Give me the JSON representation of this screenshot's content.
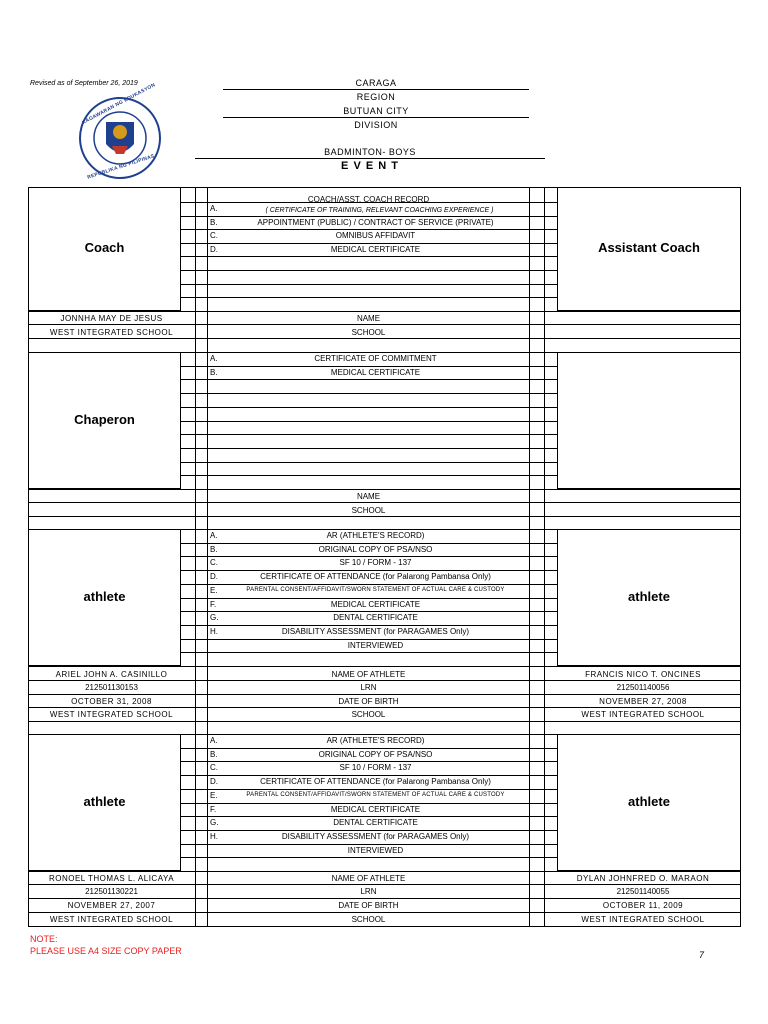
{
  "header": {
    "revised": "Revised as of September 26, 2019",
    "region_value": "CARAGA",
    "region_label": "REGION",
    "division_value": "BUTUAN CITY",
    "division_label": "DIVISION",
    "event_value": "BADMINTON- BOYS",
    "event_label": "E V E N T",
    "seal_top": "KAGAWARAN NG EDUKASYON",
    "seal_bottom": "REPUBLIKA NG PILIPINAS"
  },
  "coach": {
    "left_label": "Coach",
    "right_label": "Assistant Coach",
    "requirements_title": "COACH/ASST. COACH RECORD",
    "requirements_subtitle": "( CERTIFICATE OF TRAINING, RELEVANT COACHING EXPERIENCE )",
    "items": [
      {
        "letter": "A.",
        "text": ""
      },
      {
        "letter": "B.",
        "text": "APPOINTMENT (PUBLIC) / CONTRACT OF SERVICE (PRIVATE)"
      },
      {
        "letter": "C.",
        "text": "OMNIBUS AFFIDAVIT"
      },
      {
        "letter": "D.",
        "text": "MEDICAL CERTIFICATE"
      }
    ],
    "name": "JONNHA MAY DE JESUS",
    "school": "WEST INTEGRATED SCHOOL",
    "name_label": "NAME",
    "school_label": "SCHOOL"
  },
  "chaperon": {
    "label": "Chaperon",
    "items": [
      {
        "letter": "A.",
        "text": "CERTIFICATE OF COMMITMENT"
      },
      {
        "letter": "B.",
        "text": "MEDICAL CERTIFICATE"
      }
    ],
    "name_label": "NAME",
    "school_label": "SCHOOL"
  },
  "athlete_items": [
    {
      "letter": "A.",
      "text": "AR (ATHLETE'S RECORD)"
    },
    {
      "letter": "B.",
      "text": "ORIGINAL COPY OF PSA/NSO"
    },
    {
      "letter": "C.",
      "text": "SF 10 / FORM - 137"
    },
    {
      "letter": "D.",
      "text": "CERTIFICATE OF ATTENDANCE (for Palarong Pambansa Only)"
    },
    {
      "letter": "E.",
      "text": "PARENTAL CONSENT/AFFIDAVIT/SWORN STATEMENT OF ACTUAL CARE & CUSTODY"
    },
    {
      "letter": "F.",
      "text": "MEDICAL CERTIFICATE"
    },
    {
      "letter": "G.",
      "text": "DENTAL CERTIFICATE"
    },
    {
      "letter": "H.",
      "text": "DISABILITY ASSESSMENT (for PARAGAMES Only)"
    },
    {
      "letter": "",
      "text": "INTERVIEWED"
    }
  ],
  "athlete_block1": {
    "left_label": "athlete",
    "right_label": "athlete",
    "left": {
      "name": "ARIEL JOHN A. CASINILLO",
      "lrn": "212501130153",
      "dob": "OCTOBER 31, 2008",
      "school": "WEST INTEGRATED SCHOOL"
    },
    "right": {
      "name": "FRANCIS NICO T. ONCINES",
      "lrn": "212501140056",
      "dob": "NOVEMBER 27, 2008",
      "school": "WEST INTEGRATED SCHOOL"
    }
  },
  "athlete_block2": {
    "left_label": "athlete",
    "right_label": "athlete",
    "left": {
      "name": "RONOEL THOMAS L. ALICAYA",
      "lrn": "212501130221",
      "dob": "NOVEMBER 27, 2007",
      "school": "WEST INTEGRATED SCHOOL"
    },
    "right": {
      "name": "DYLAN JOHNFRED O. MARAON",
      "lrn": "212501140055",
      "dob": "OCTOBER 11, 2009",
      "school": "WEST INTEGRATED SCHOOL"
    }
  },
  "row_labels": {
    "name": "NAME OF ATHLETE",
    "lrn": "LRN",
    "dob": "DATE OF BIRTH",
    "school": "SCHOOL"
  },
  "note": {
    "title": "NOTE:",
    "text": "PLEASE USE A4 SIZE COPY PAPER"
  },
  "page_mark": "7",
  "colors": {
    "note": "#e8201e",
    "seal_blue": "#1f3f8f"
  }
}
